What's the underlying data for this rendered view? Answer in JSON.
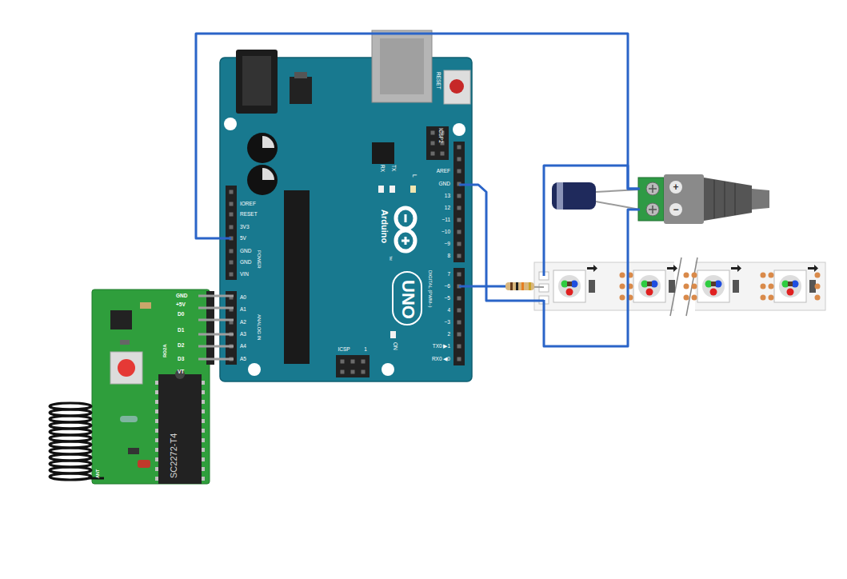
{
  "diagram": {
    "nodes": [
      {
        "text": [
          "RESET",
          "ICSP2",
          "AREF",
          "GND",
          "13",
          "12",
          "~11",
          "~10",
          "~9",
          "8",
          "7",
          "~6",
          "~5",
          "4",
          "~3",
          "2",
          "TX0 ▶1",
          "RX0 ◀0",
          "DIGITAL (PWM~)",
          "RX",
          "TX",
          "L",
          "Arduino",
          "TM",
          "UNO",
          "ON",
          "ICSP",
          "1",
          "IOREF",
          "RESET",
          "3V3",
          "5V",
          "GND",
          "GND",
          "VIN",
          "POWER",
          "A0",
          "A1",
          "A2",
          "A3",
          "A4",
          "A5",
          "ANALOG IN"
        ]
      },
      {
        "text": [
          "GND",
          "+5V",
          "D0",
          "D1",
          "D2",
          "D3",
          "VT",
          "RO2A",
          "SC2272-T4",
          "ANT"
        ]
      },
      {
        "text": [
          "+",
          "−"
        ]
      }
    ],
    "edges": [
      {
        "from": 0,
        "to": 2,
        "arrow": "none"
      }
    ]
  }
}
